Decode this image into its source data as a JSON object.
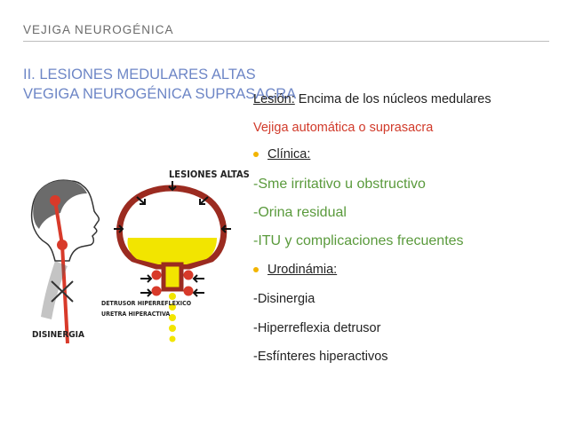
{
  "header": {
    "title": "VEJIGA NEUROGÉNICA"
  },
  "slide": {
    "title_line1": "II. LESIONES MEDULARES ALTAS",
    "title_line2": "VEGIGA NEUROGÉNICA SUPRASACRA"
  },
  "content": {
    "lesion_label": "Lesión:",
    "lesion_text": " Encima de los núcleos medulares",
    "lesion_type": "Vejiga automática o suprasacra",
    "clinica_label": "Clínica:",
    "clinica_items": [
      "-Sme irritativo u obstructivo",
      "-Orina residual",
      "-ITU y complicaciones frecuentes"
    ],
    "urodinamia_label": "Urodinámia:",
    "urodinamia_items": [
      "-Disinergia",
      "-Hiperreflexia detrusor",
      "-Esfínteres hiperactivos"
    ]
  },
  "illustration": {
    "label_top": "LESIONES  ALTAS",
    "label_detrusor": "DETRUSOR HIPERREFLEXICO",
    "label_uretra": "URETRA HIPERACTIVA",
    "label_bottom": "DISINERGIA"
  },
  "colors": {
    "title": "#6d86c6",
    "red_text": "#d13a2a",
    "green_text": "#5a9a3c",
    "bullet": "#f2b400",
    "bladder_wall": "#c0392b",
    "urine": "#f2e500"
  }
}
